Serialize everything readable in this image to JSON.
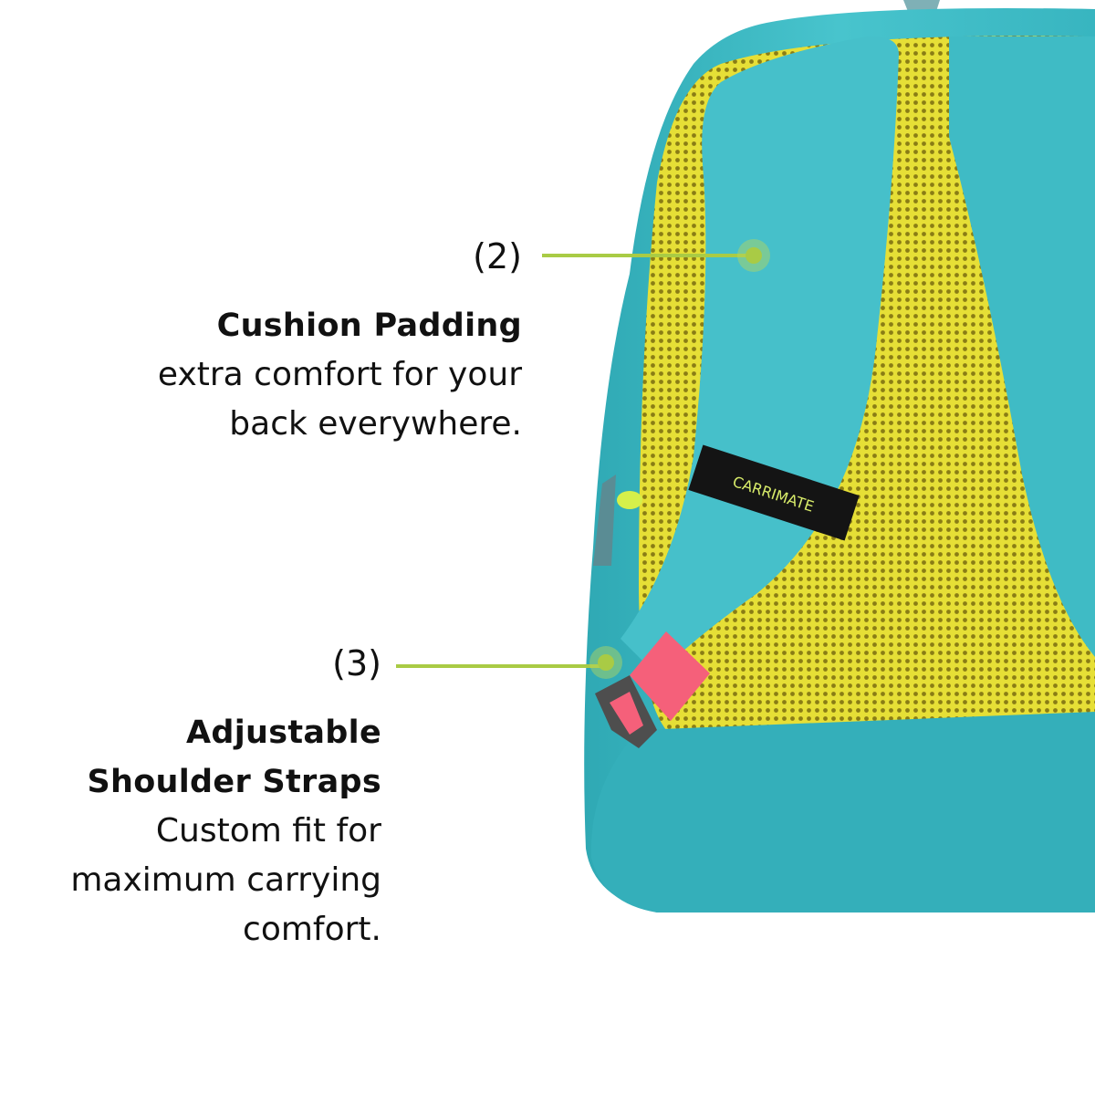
{
  "callouts": [
    {
      "number": "(2)",
      "title": "Cushion Padding",
      "description_lines": [
        "extra comfort for your",
        "back everywhere."
      ]
    },
    {
      "number": "(3)",
      "title_lines": [
        "Adjustable",
        "Shoulder Straps"
      ],
      "description_lines": [
        "Custom fit for",
        "maximum carrying",
        "comfort."
      ]
    }
  ],
  "product": {
    "brand_label": "CARRIMATE"
  },
  "colors": {
    "accent_line": "#a9cb45",
    "body": "#3fbcc6",
    "mesh": "#e3dc2e",
    "label": "#141414",
    "buckle": "#f5607a"
  }
}
